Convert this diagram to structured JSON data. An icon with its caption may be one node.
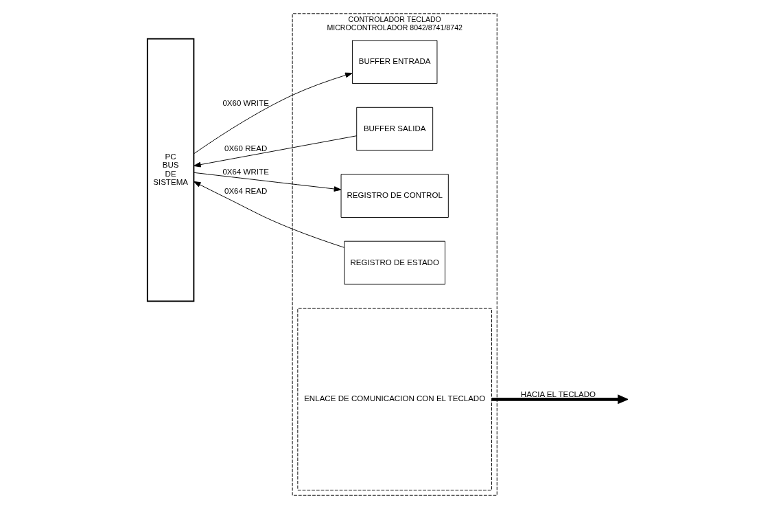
{
  "diagram": {
    "nodes": [
      {
        "text": [
          "PC BUS DE SISTEMA"
        ]
      },
      {
        "text": [
          "CONTROLADOR TECLADO",
          "MICROCONTROLADOR 8042/8741/8742"
        ]
      },
      {
        "text": [
          "BUFFER ENTRADA"
        ],
        "in": 1
      },
      {
        "text": [
          "BUFFER SALIDA"
        ],
        "in": 1
      },
      {
        "text": [
          "REGISTRO DE CONTROL"
        ],
        "in": 1
      },
      {
        "text": [
          "REGISTRO DE ESTADO"
        ],
        "in": 1
      },
      {
        "text": [
          "ENLACE DE COMUNICACION CON EL TECLADO"
        ],
        "in": 1
      }
    ],
    "edges": [
      {
        "from": 0,
        "to": 2,
        "arrow": "to",
        "label": "0X60 WRITE"
      },
      {
        "from": 3,
        "to": 0,
        "arrow": "to",
        "label": "0X60 READ"
      },
      {
        "from": 0,
        "to": 4,
        "arrow": "to",
        "label": "0X64 WRITE"
      },
      {
        "from": 5,
        "to": 0,
        "arrow": "to",
        "label": "0X64 READ"
      },
      {
        "from": 6,
        "to": null,
        "arrow": "to",
        "label": "HACIA EL TECLADO",
        "style": "thick"
      }
    ]
  }
}
